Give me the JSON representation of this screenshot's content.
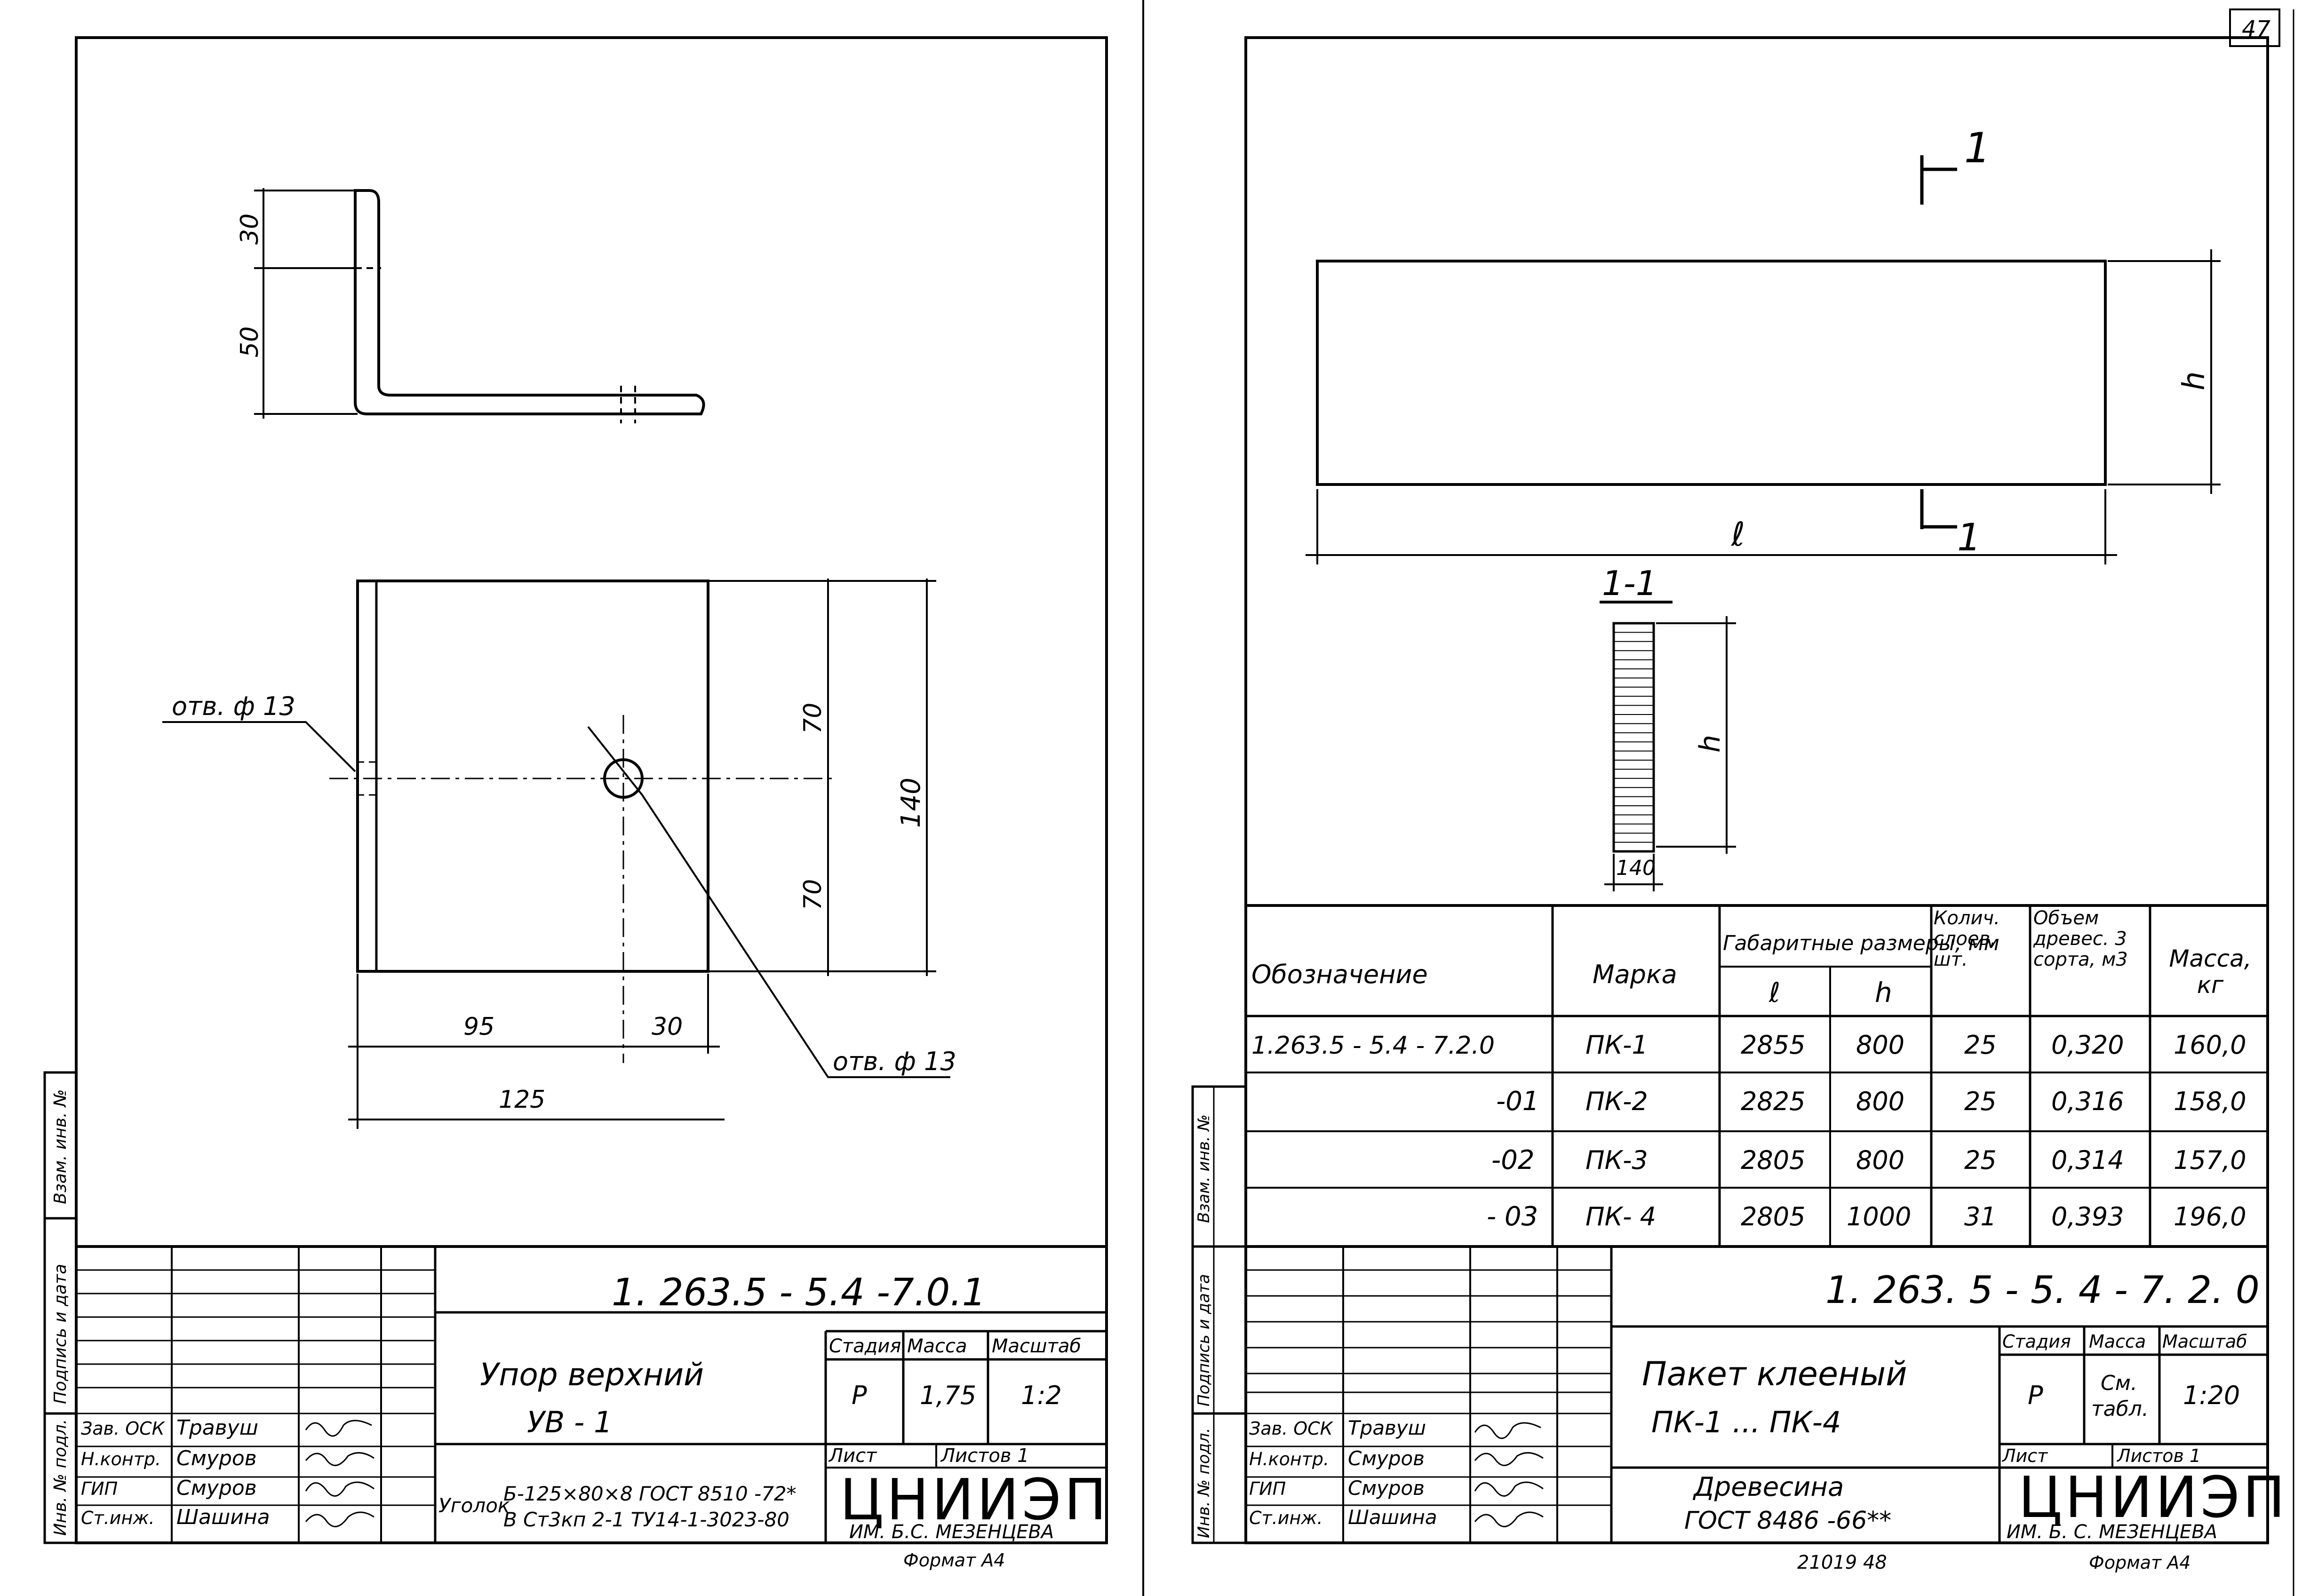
{
  "page_number": "47",
  "left_sheet": {
    "designation": "1. 263.5 - 5.4 -7.0.1",
    "part_name_line1": "Упор верхний",
    "part_name_line2": "УВ - 1",
    "material_prefix": "Уголок",
    "material_line1": "Б-125×80×8 ГОСТ 8510 -72*",
    "material_line2": "В Ст3кп 2-1 ТУ14-1-3023-80",
    "drawing": {
      "dim_30_top": "30",
      "dim_50": "50",
      "hole_label_left": "отв. ф 13",
      "hole_label_right": "отв. ф 13",
      "dim_70_upper": "70",
      "dim_70_lower": "70",
      "dim_140": "140",
      "dim_95": "95",
      "dim_30_bottom": "30",
      "dim_125": "125"
    },
    "title_block": {
      "stage_label": "Стадия",
      "mass_label": "Масса",
      "scale_label": "Масштаб",
      "stage_value": "Р",
      "mass_value": "1,75",
      "scale_value": "1:2",
      "sheet_label": "Лист",
      "sheets_label": "Листов 1",
      "org_logo": "ЦНИИЭП",
      "org_sub": "ИМ. Б.С. МЕЗЕНЦЕВА",
      "format": "Формат А4",
      "roles": [
        "Зав. ОСК",
        "Н.контр.",
        "ГИП",
        "Ст.инж."
      ],
      "names": [
        "Травуш",
        "Смуров",
        "Смуров",
        "Шашина"
      ]
    },
    "margin_labels": [
      "Взам. инв. №",
      "Подпись и дата",
      "Инв. № подл."
    ]
  },
  "right_sheet": {
    "section_mark_top": "1",
    "section_mark_bottom": "1",
    "dim_l": "ℓ",
    "dim_h_main": "h",
    "section_title": "1-1",
    "dim_h_section": "h",
    "dim_140": "140",
    "table": {
      "headers": {
        "designation": "Обозначение",
        "mark": "Марка",
        "overall": "Габаритные размеры, мм",
        "l": "ℓ",
        "h": "h",
        "layers": "Колич. слоев, шт.",
        "volume": "Объем древес. 3 сорта, м3",
        "mass": "Масса, кг"
      },
      "rows": [
        {
          "designation": "1.263.5 - 5.4 - 7.2.0",
          "mark": "ПК-1",
          "l": "2855",
          "h": "800",
          "layers": "25",
          "volume": "0,320",
          "mass": "160,0"
        },
        {
          "designation": "-01",
          "mark": "ПК-2",
          "l": "2825",
          "h": "800",
          "layers": "25",
          "volume": "0,316",
          "mass": "158,0"
        },
        {
          "designation": "-02",
          "mark": "ПК-3",
          "l": "2805",
          "h": "800",
          "layers": "25",
          "volume": "0,314",
          "mass": "157,0"
        },
        {
          "designation": "- 03",
          "mark": "ПК- 4",
          "l": "2805",
          "h": "1000",
          "layers": "31",
          "volume": "0,393",
          "mass": "196,0"
        }
      ]
    },
    "designation": "1. 263. 5 - 5. 4 - 7. 2. 0",
    "part_name_line1": "Пакет клееный",
    "part_name_line2": "ПК-1 ... ПК-4",
    "material_line1": "Древесина",
    "material_line2": "ГОСТ 8486 -66**",
    "title_block": {
      "stage_label": "Стадия",
      "mass_label": "Масса",
      "scale_label": "Масштаб",
      "stage_value": "Р",
      "mass_value_1": "См.",
      "mass_value_2": "табл.",
      "scale_value": "1:20",
      "sheet_label": "Лист",
      "sheets_label": "Листов 1",
      "org_logo": "ЦНИИЭП",
      "org_sub": "ИМ. Б. С. МЕЗЕНЦЕВА",
      "format": "Формат А4",
      "roles": [
        "Зав. ОСК",
        "Н.контр.",
        "ГИП",
        "Ст.инж."
      ],
      "names": [
        "Травуш",
        "Смуров",
        "Смуров",
        "Шашина"
      ]
    },
    "margin_labels": [
      "Взам. инв. №",
      "Подпись и дата",
      "Инв. № подл."
    ],
    "bottom_number": "21019 48"
  }
}
